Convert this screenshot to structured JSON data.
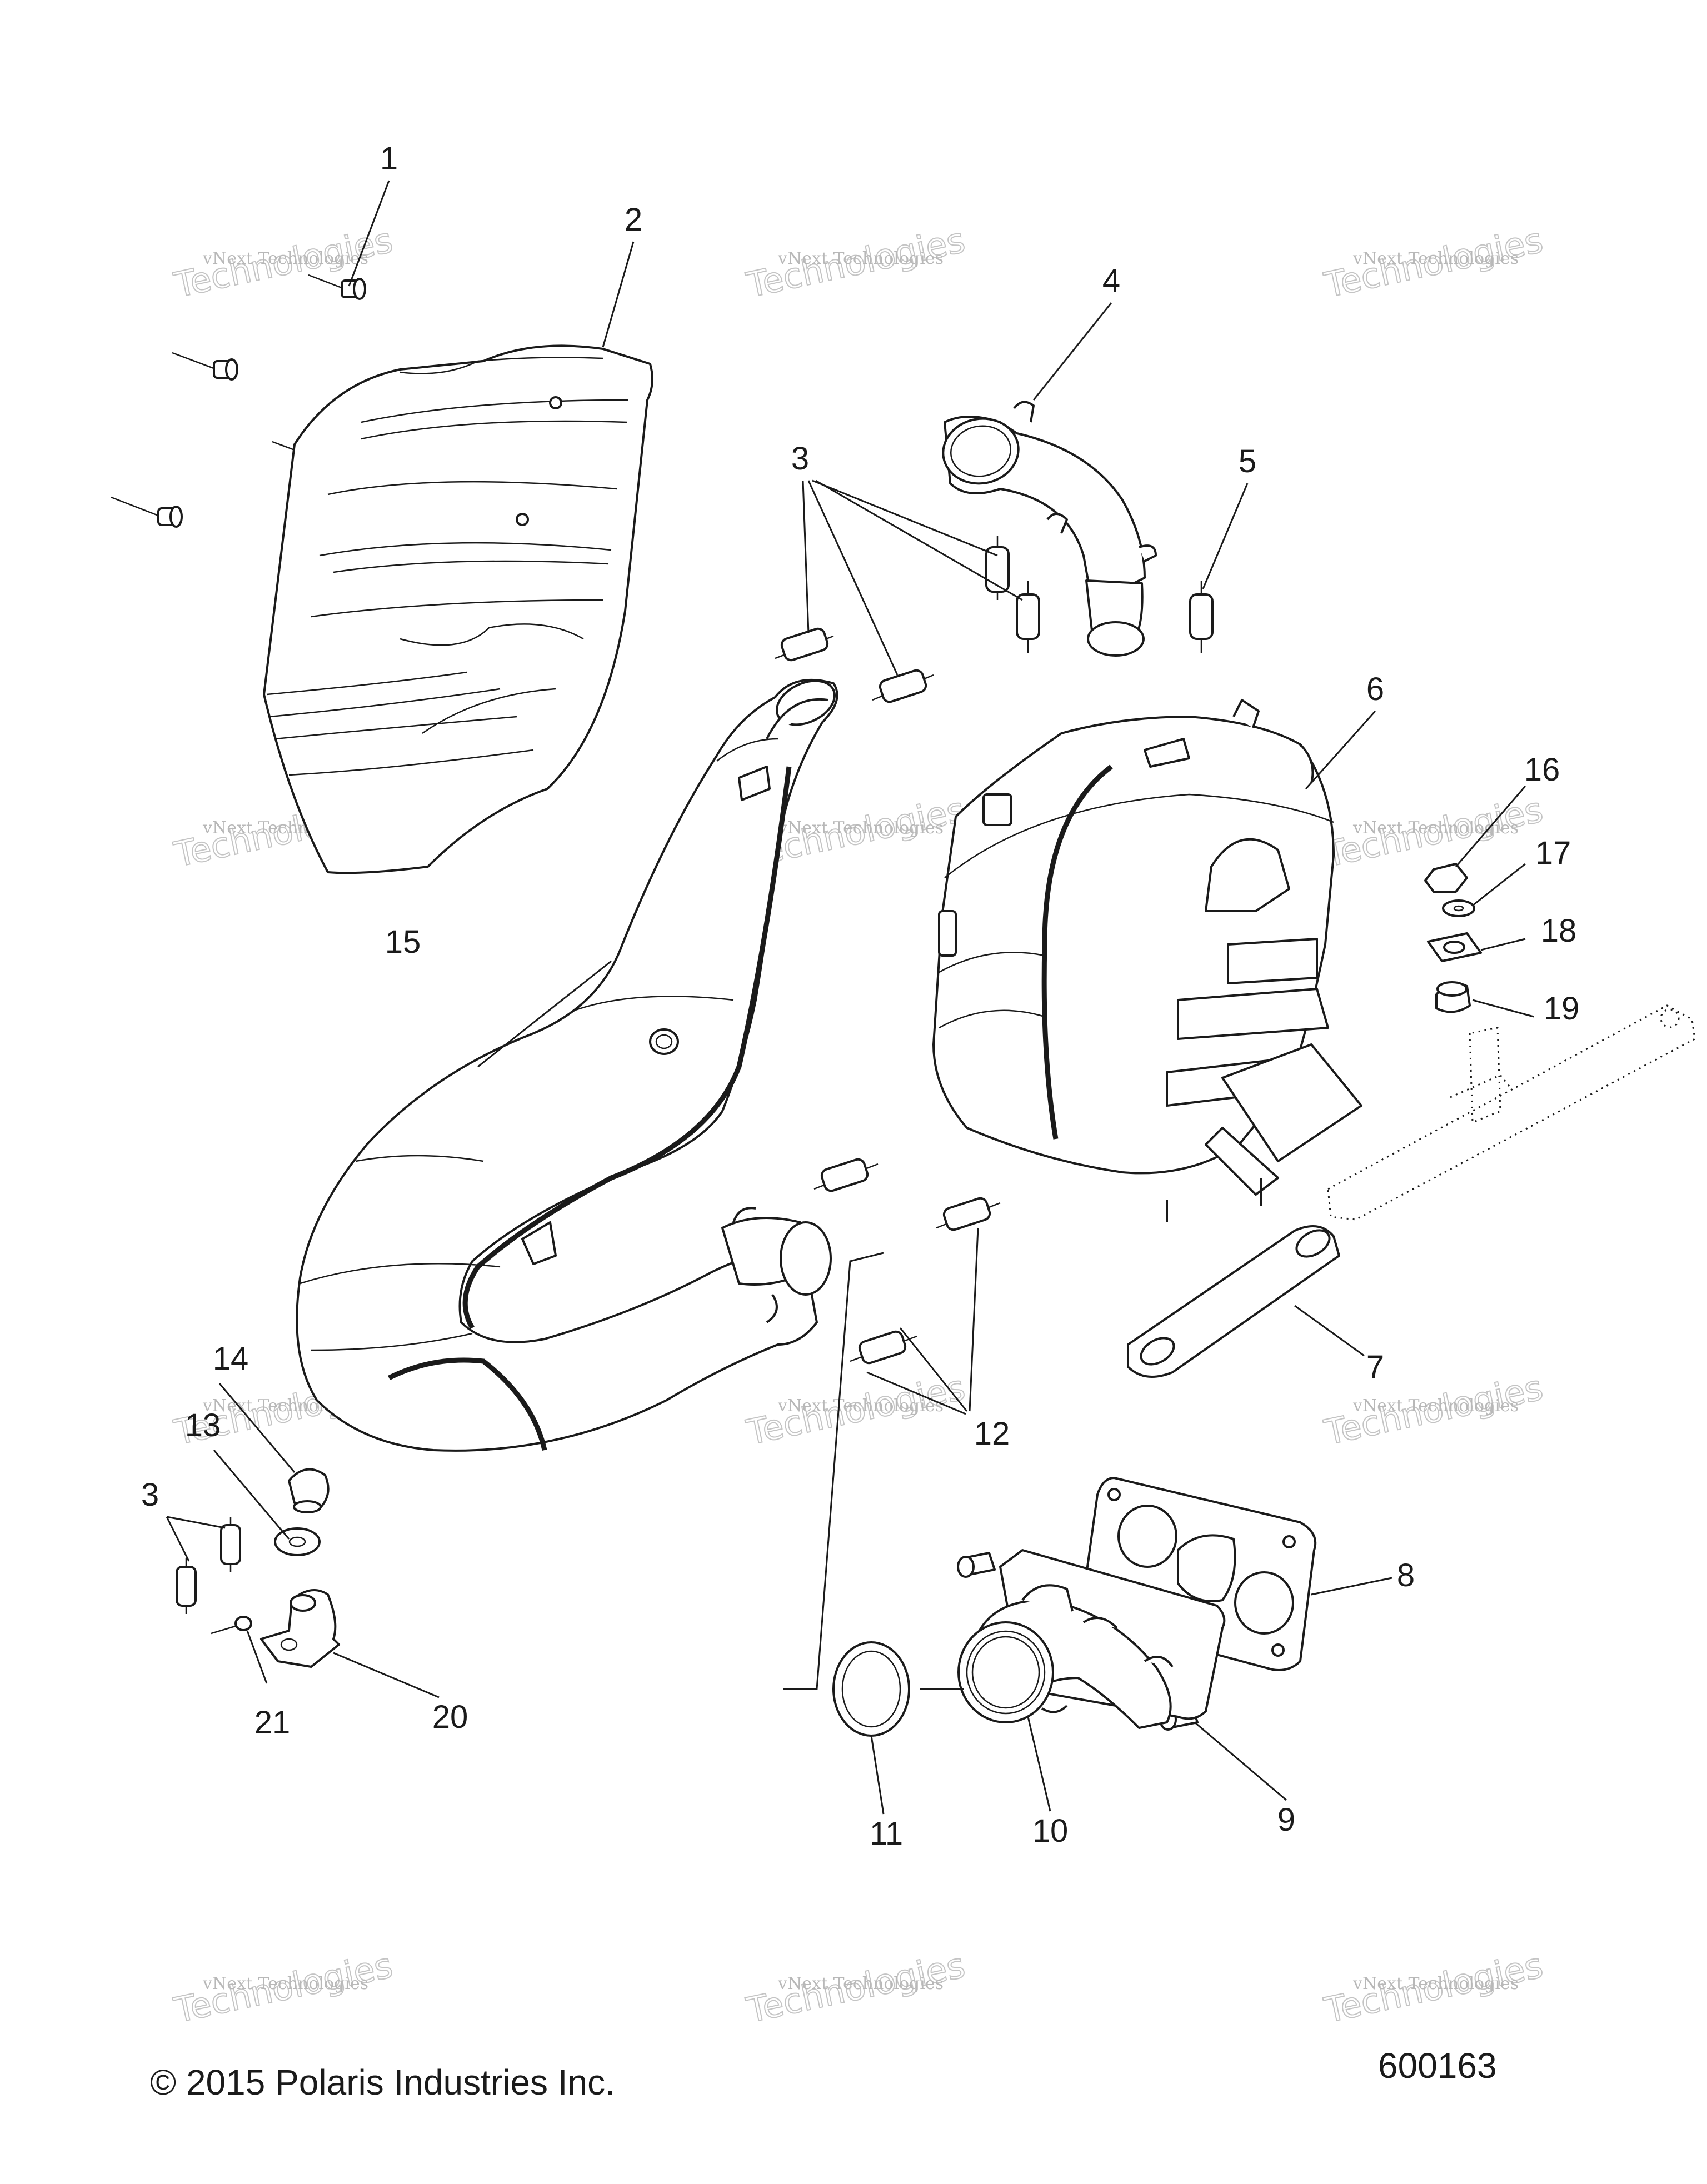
{
  "diagram": {
    "callouts": [
      {
        "id": "c1",
        "text": "1"
      },
      {
        "id": "c2",
        "text": "2"
      },
      {
        "id": "c3a",
        "text": "3"
      },
      {
        "id": "c3b",
        "text": "3"
      },
      {
        "id": "c4",
        "text": "4"
      },
      {
        "id": "c5",
        "text": "5"
      },
      {
        "id": "c6",
        "text": "6"
      },
      {
        "id": "c7",
        "text": "7"
      },
      {
        "id": "c8",
        "text": "8"
      },
      {
        "id": "c9",
        "text": "9"
      },
      {
        "id": "c10",
        "text": "10"
      },
      {
        "id": "c11",
        "text": "11"
      },
      {
        "id": "c12",
        "text": "12"
      },
      {
        "id": "c13",
        "text": "13"
      },
      {
        "id": "c14",
        "text": "14"
      },
      {
        "id": "c15",
        "text": "15"
      },
      {
        "id": "c16",
        "text": "16"
      },
      {
        "id": "c17",
        "text": "17"
      },
      {
        "id": "c18",
        "text": "18"
      },
      {
        "id": "c19",
        "text": "19"
      },
      {
        "id": "c20",
        "text": "20"
      },
      {
        "id": "c21",
        "text": "21"
      }
    ],
    "watermark": {
      "line1": "vNext Technologies",
      "line2": "Technologies"
    },
    "copyright": "© 2015 Polaris Industries Inc.",
    "figure_number": "600163"
  }
}
